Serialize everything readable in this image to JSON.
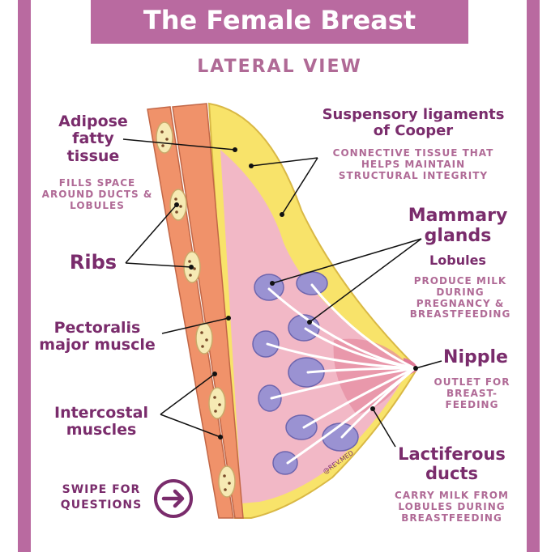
{
  "header": {
    "title": "The Female Breast",
    "subtitle": "LATERAL VIEW"
  },
  "labels": {
    "adipose": {
      "title": "Adipose fatty tissue",
      "desc": "FILLS SPACE AROUND DUCTS & LOBULES"
    },
    "ribs": {
      "title": "Ribs"
    },
    "pectoralis": {
      "title": "Pectoralis major muscle"
    },
    "intercostal": {
      "title": "Intercostal muscles"
    },
    "suspensory": {
      "title": "Suspensory ligaments of Cooper",
      "desc": "CONNECTIVE TISSUE THAT HELPS MAINTAIN STRUCTURAL INTEGRITY"
    },
    "mammary": {
      "title": "Mammary glands",
      "subtitle": "Lobules",
      "desc": "PRODUCE MILK DURING PREGNANCY & BREASTFEEDING"
    },
    "nipple": {
      "title": "Nipple",
      "desc": "OUTLET FOR BREAST-FEEDING"
    },
    "lactiferous": {
      "title": "Lactiferous ducts",
      "desc": "CARRY MILK FROM LOBULES DURING BREASTFEEDING"
    }
  },
  "footer": {
    "swipe_text": "SWIPE FOR QUESTIONS",
    "swipe_icon": "arrow-right-circle-icon",
    "watermark": "@REV.MED"
  },
  "colors": {
    "border": "#b96aa0",
    "label_dark": "#7a2c6c",
    "label_light": "#b06a96",
    "fat_yellow": "#f8e36a",
    "gland_pink": "#f2b8c6",
    "muscle_orange": "#f0926a",
    "lobule_purple": "#9a92d2",
    "rib_cream": "#f6eab4"
  }
}
